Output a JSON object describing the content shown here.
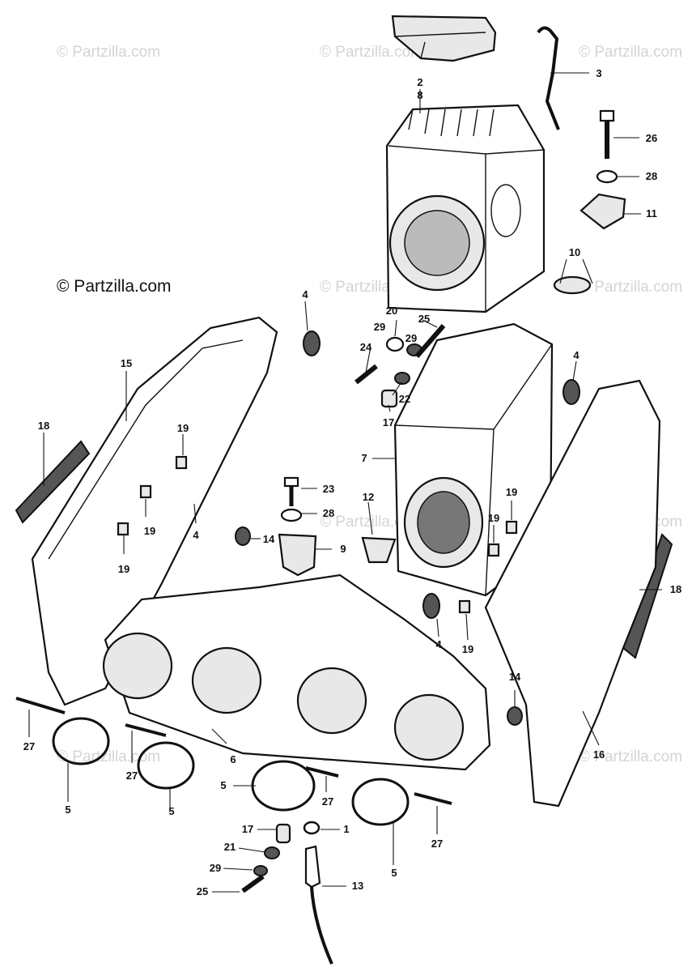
{
  "copyright": "© Partzilla.com",
  "watermark": "© Partzilla.com",
  "callouts": [
    {
      "id": "c2",
      "text": "2"
    },
    {
      "id": "c8",
      "text": "8"
    },
    {
      "id": "c3",
      "text": "3"
    },
    {
      "id": "c26",
      "text": "26"
    },
    {
      "id": "c28a",
      "text": "28"
    },
    {
      "id": "c11",
      "text": "11"
    },
    {
      "id": "c10",
      "text": "10"
    },
    {
      "id": "c4a",
      "text": "4"
    },
    {
      "id": "c20",
      "text": "20"
    },
    {
      "id": "c25a",
      "text": "25"
    },
    {
      "id": "c29a",
      "text": "29"
    },
    {
      "id": "c29b",
      "text": "29"
    },
    {
      "id": "c24",
      "text": "24"
    },
    {
      "id": "c22",
      "text": "22"
    },
    {
      "id": "c17a",
      "text": "17"
    },
    {
      "id": "c4b",
      "text": "4"
    },
    {
      "id": "c15",
      "text": "15"
    },
    {
      "id": "c18a",
      "text": "18"
    },
    {
      "id": "c19a",
      "text": "19"
    },
    {
      "id": "c19b",
      "text": "19"
    },
    {
      "id": "c19c",
      "text": "19"
    },
    {
      "id": "c4c",
      "text": "4"
    },
    {
      "id": "c7",
      "text": "7"
    },
    {
      "id": "c23",
      "text": "23"
    },
    {
      "id": "c28b",
      "text": "28"
    },
    {
      "id": "c12",
      "text": "12"
    },
    {
      "id": "c19d",
      "text": "19"
    },
    {
      "id": "c19e",
      "text": "19"
    },
    {
      "id": "c14a",
      "text": "14"
    },
    {
      "id": "c9",
      "text": "9"
    },
    {
      "id": "c18b",
      "text": "18"
    },
    {
      "id": "c4d",
      "text": "4"
    },
    {
      "id": "c19f",
      "text": "19"
    },
    {
      "id": "c14b",
      "text": "14"
    },
    {
      "id": "c27a",
      "text": "27"
    },
    {
      "id": "c27b",
      "text": "27"
    },
    {
      "id": "c6",
      "text": "6"
    },
    {
      "id": "c16",
      "text": "16"
    },
    {
      "id": "c5a",
      "text": "5"
    },
    {
      "id": "c5b",
      "text": "5"
    },
    {
      "id": "c5c",
      "text": "5"
    },
    {
      "id": "c27c",
      "text": "27"
    },
    {
      "id": "c27d",
      "text": "27"
    },
    {
      "id": "c5d",
      "text": "5"
    },
    {
      "id": "c17b",
      "text": "17"
    },
    {
      "id": "c1",
      "text": "1"
    },
    {
      "id": "c21",
      "text": "21"
    },
    {
      "id": "c29c",
      "text": "29"
    },
    {
      "id": "c25b",
      "text": "25"
    },
    {
      "id": "c13",
      "text": "13"
    }
  ]
}
